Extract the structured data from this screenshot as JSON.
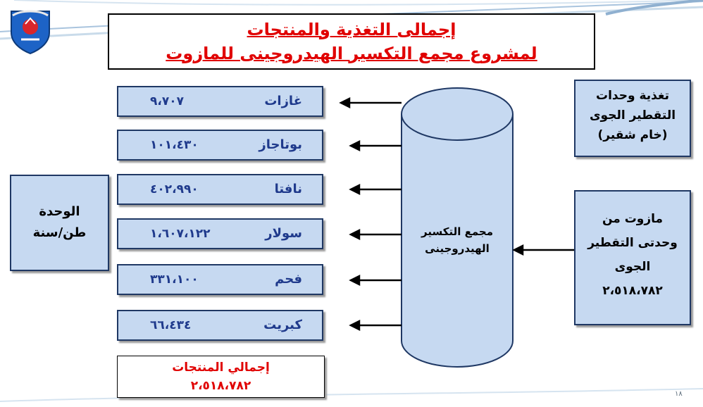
{
  "title": {
    "line1": "إجمالى التغذية والمنتجات",
    "line2": "لمشروع مجمع التكسير الهيدروجينى للمازوت"
  },
  "products": [
    {
      "name": "غازات",
      "value": "٩،٧٠٧"
    },
    {
      "name": "بوتاجاز",
      "value": "١٠١،٤٣٠"
    },
    {
      "name": "نافتا",
      "value": "٤٠٢،٩٩٠"
    },
    {
      "name": "سولار",
      "value": "١،٦٠٧،١٢٢"
    },
    {
      "name": "فحم",
      "value": "٣٣١،١٠٠"
    },
    {
      "name": "كبريت",
      "value": "٦٦،٤٣٤"
    }
  ],
  "unit": {
    "line1": "الوحدة",
    "line2": "طن/سنة"
  },
  "complex": {
    "line1": "مجمع التكسير",
    "line2": "الهيدروجينى"
  },
  "feed_top": {
    "line1": "تغذية وحدات",
    "line2": "التقطير الجوى",
    "line3": "(خام شقير)"
  },
  "feed_main": {
    "line1": "مازوت من",
    "line2": "وحدتى التقطير",
    "line3": "الجوى",
    "value": "٢،٥١٨،٧٨٢"
  },
  "total": {
    "label": "إجمالي المنتجات",
    "value": "٢،٥١٨،٧٨٢"
  },
  "page_number": "١٨",
  "colors": {
    "box_fill": "#c6d9f1",
    "box_border": "#1f3864",
    "title_red": "#e00000",
    "value_blue": "#1f3a8c"
  }
}
